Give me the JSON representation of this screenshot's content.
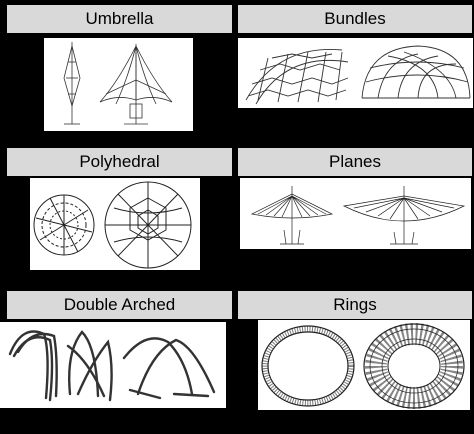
{
  "panels": [
    {
      "title": "Umbrella"
    },
    {
      "title": "Bundles"
    },
    {
      "title": "Polyhedral"
    },
    {
      "title": "Planes"
    },
    {
      "title": "Double Arched"
    },
    {
      "title": "Rings"
    }
  ],
  "colors": {
    "background": "#000000",
    "header": "#d9d9d9",
    "line": "#333333"
  }
}
